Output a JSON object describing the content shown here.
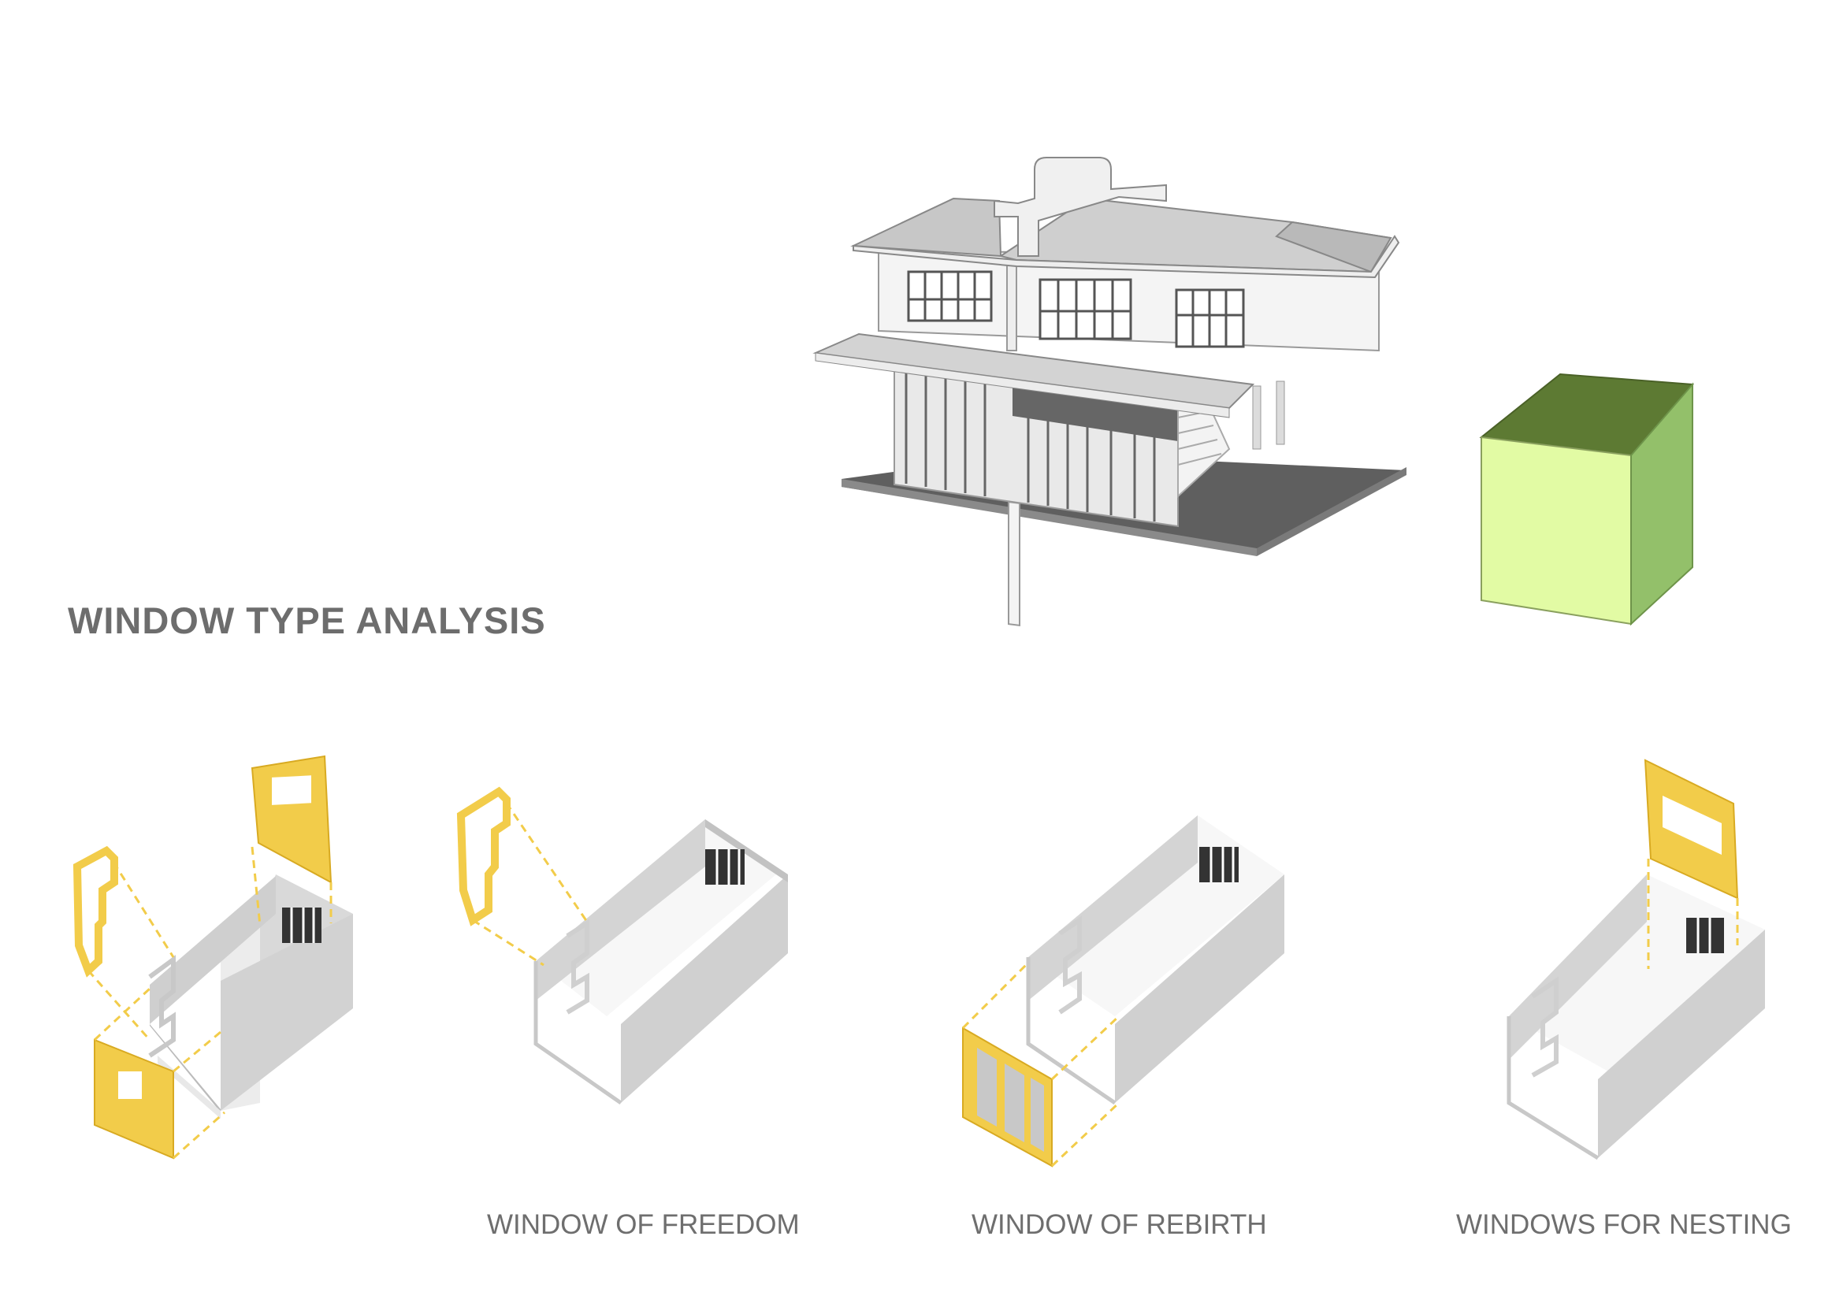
{
  "title": "WINDOW TYPE ANALYSIS",
  "captions": {
    "freedom": "WINDOW OF FREEDOM",
    "rebirth": "WINDOW OF REBIRTH",
    "nesting": "WINDOWS FOR NESTING"
  },
  "colors": {
    "frame_yellow": "#f2cc4a",
    "frame_yellow_dark": "#d8aa22",
    "wall_grey": "#d4d4d4",
    "wall_grey_dark": "#bdbdbd",
    "cube_top": "#5d7a33",
    "cube_front": "#e2fba4",
    "cube_side": "#93c06a",
    "ground_dark": "#5f5f5f"
  },
  "icons": [
    "house-model",
    "green-cube",
    "window-diagram"
  ]
}
